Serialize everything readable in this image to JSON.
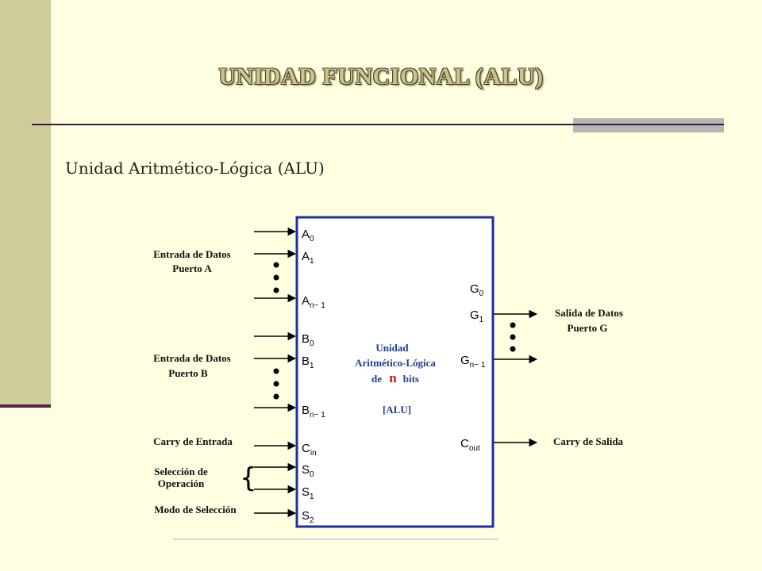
{
  "slide": {
    "title": "UNIDAD FUNCIONAL (ALU)",
    "subtitle": "Unidad Aritmético-Lógica (ALU)"
  },
  "diagram": {
    "left_labels": {
      "entrada_a_line1": "Entrada de Datos",
      "entrada_a_line2": "Puerto A",
      "entrada_b_line1": "Entrada de Datos",
      "entrada_b_line2": "Puerto B",
      "carry_entrada": "Carry de Entrada",
      "seleccion_line1": "Selección de",
      "seleccion_line2": "Operación",
      "modo_seleccion": "Modo de Selección",
      "brace": "{"
    },
    "right_labels": {
      "salida_line1": "Salida de Datos",
      "salida_line2": "Puerto G",
      "carry_salida": "Carry de Salida"
    },
    "pins": {
      "a0": {
        "base": "A",
        "sub": "0"
      },
      "a1": {
        "base": "A",
        "sub": "1"
      },
      "an1": {
        "base": "A",
        "sub": "n− 1"
      },
      "b0": {
        "base": "B",
        "sub": "0"
      },
      "b1": {
        "base": "B",
        "sub": "1"
      },
      "bn1": {
        "base": "B",
        "sub": "n− 1"
      },
      "cin": {
        "base": "C",
        "sub": "in"
      },
      "s0": {
        "base": "S",
        "sub": "0"
      },
      "s1": {
        "base": "S",
        "sub": "1"
      },
      "s2": {
        "base": "S",
        "sub": "2"
      },
      "g0": {
        "base": "G",
        "sub": "0"
      },
      "g1": {
        "base": "G",
        "sub": "1"
      },
      "gn1": {
        "base": "G",
        "sub": "n− 1"
      },
      "cout": {
        "base": "C",
        "sub": "out"
      }
    },
    "core": {
      "line1": "Unidad",
      "line2": "Aritmético-Lógica",
      "line3_de": "de",
      "line3_n": "n",
      "line3_bits": "bits",
      "line4": "[ALU]"
    },
    "colors": {
      "block_border": "#1e2fa0",
      "core_text": "#1f3d8c",
      "n_highlight": "#d11818"
    }
  }
}
